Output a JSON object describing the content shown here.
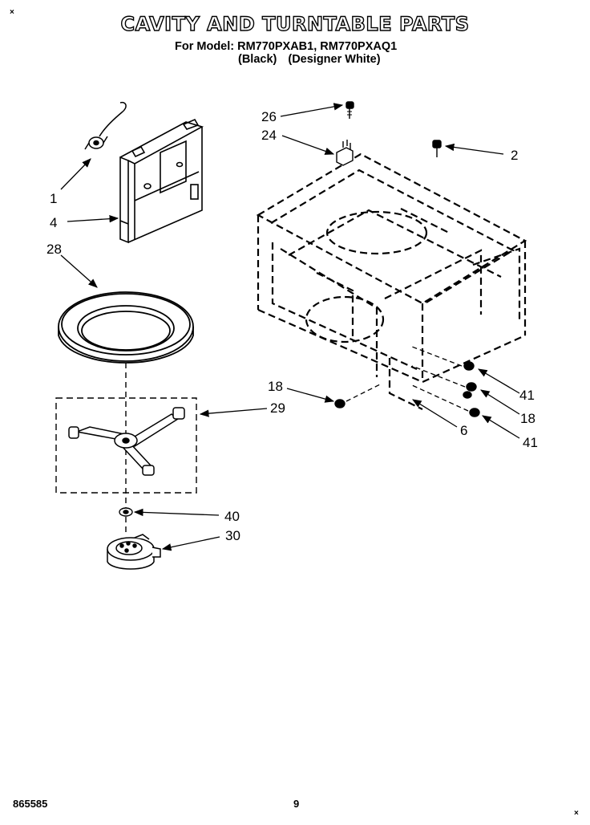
{
  "header": {
    "title": "CAVITY AND TURNTABLE PARTS",
    "model_line": "For Model: RM770PXAB1, RM770PXAQ1",
    "variant_black": "(Black)",
    "variant_white": "(Designer White)"
  },
  "callouts": {
    "c26": "26",
    "c24": "24",
    "c2": "2",
    "c1": "1",
    "c4": "4",
    "c28": "28",
    "c18a": "18",
    "c29": "29",
    "c41a": "41",
    "c18b": "18",
    "c6": "6",
    "c41b": "41",
    "c40": "40",
    "c30": "30"
  },
  "footer": {
    "doc_number": "865585",
    "page_number": "9"
  },
  "corner_marks": {
    "top_left": "×",
    "bottom_right": "×"
  }
}
